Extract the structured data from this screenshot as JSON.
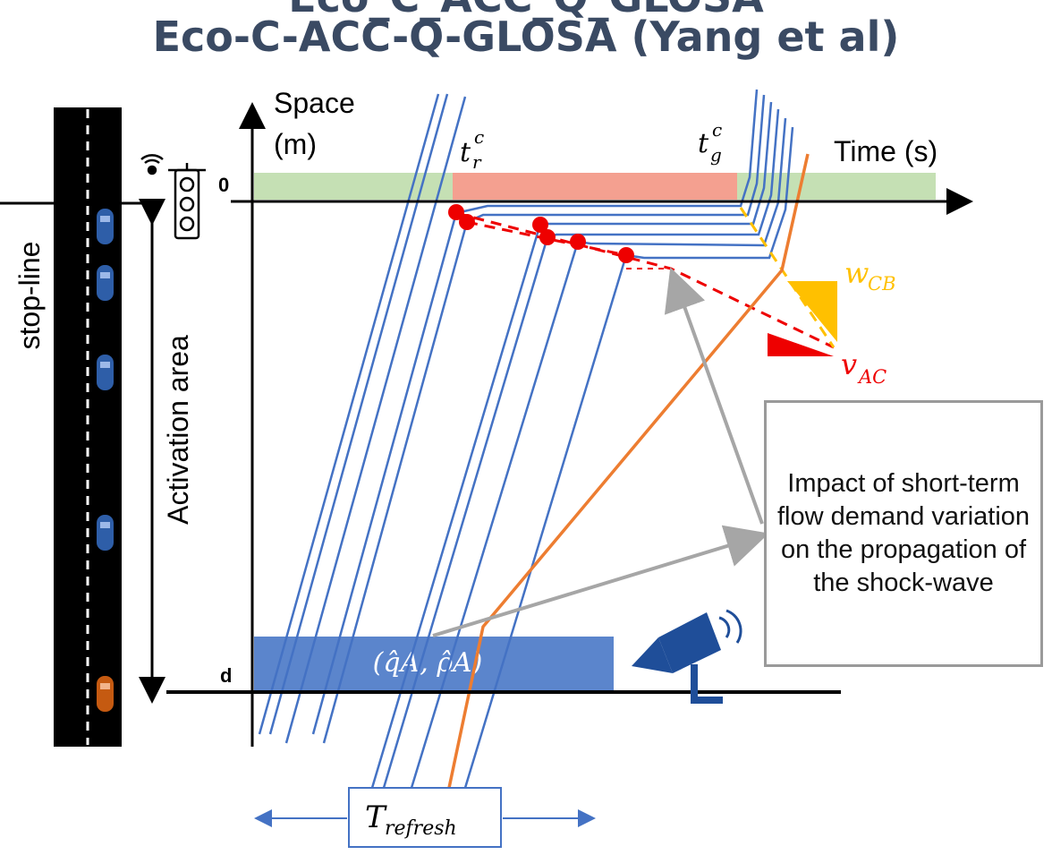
{
  "title": "Eco-C-ACC-Q-GLOSA (Yang et al)",
  "title_cut_top": "Eco_C_ACC_Q_GLOSA",
  "labels": {
    "space": "Space",
    "space_unit": "(m)",
    "time": "Time (s)",
    "stop_line": "stop-line",
    "activation_area": "Activation area",
    "zero": "0",
    "d": "d",
    "t_r": "t",
    "t_r_sub": "r",
    "t_r_sup": "c",
    "t_g": "t",
    "t_g_sub": "g",
    "t_g_sup": "c",
    "w": "w",
    "w_sub": "CB",
    "v": "v",
    "v_sub": "AC",
    "estimate": "(q̂A, ρ̂A)",
    "t_refresh": "T",
    "t_refresh_sub": "refresh"
  },
  "callout": "Impact of short-term flow demand variation on the propagation of the shock-wave",
  "colors": {
    "title": "#3a4a63",
    "trajectory": "#4472c4",
    "green_phase": "#c5e0b4",
    "red_phase": "#f4a090",
    "queue_dots": "#ee0000",
    "shockwave_orange": "#ed7d31",
    "wave_yellow": "#ffc000",
    "detection_box": "#5b85cc",
    "road": "#000000",
    "car_blue": "#2e5ea8",
    "car_orange": "#c55a11",
    "camera": "#1f4e99",
    "arrow_gray": "#a6a6a6"
  },
  "icons": [
    "traffic-light-icon",
    "camera-icon",
    "car-icon"
  ]
}
